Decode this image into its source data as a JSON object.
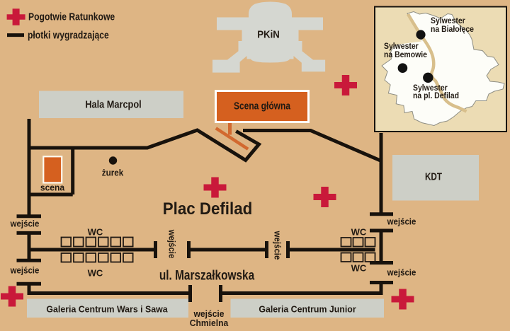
{
  "legend": {
    "items": [
      {
        "icon": "medical-cross-icon",
        "label": "Pogotwie Ratunkowe"
      },
      {
        "icon": "fence-line-icon",
        "label": "płotki wygradzające"
      }
    ]
  },
  "map": {
    "buildings": {
      "pkin": "PKiN",
      "hala_marcpol": "Hala Marcpol",
      "kdt": "KDT",
      "galeria_wars_sawa": "Galeria Centrum Wars i Sawa",
      "galeria_junior": "Galeria Centrum Junior"
    },
    "stages": {
      "main_stage": "Scena główna",
      "small_stage": "scena"
    },
    "labels": {
      "square_title": "Plac Defilad",
      "street": "ul. Marszałkowska",
      "zurek": "żurek",
      "entrance": "wejście",
      "toilets": "WC",
      "chmielna_entrance": {
        "line1": "wejście",
        "line2": "Chmielna"
      }
    }
  },
  "inset": {
    "locations": [
      {
        "name_line1": "Sylwester",
        "name_line2": "na Białołęce"
      },
      {
        "name_line1": "Sylwester",
        "name_line2": "na Bemowie"
      },
      {
        "name_line1": "Sylwester",
        "name_line2": "na pl. Defilad"
      }
    ]
  },
  "colors": {
    "background": "#deb584",
    "building_gray": "#cdcfc7",
    "pkin_gray": "#d5d7d1",
    "stage_orange": "#d5601f",
    "ramp_orange": "#d2692f",
    "cross_red": "#c9193a",
    "fence_black": "#18120c",
    "inset_bg": "#ecdcb4",
    "city_white": "#fdfdf8"
  }
}
